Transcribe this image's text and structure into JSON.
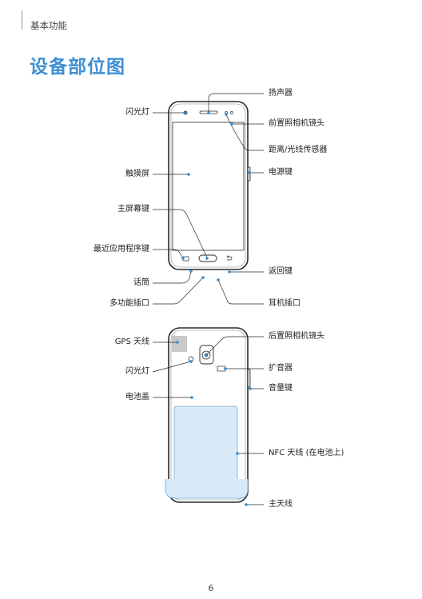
{
  "header": {
    "section": "基本功能"
  },
  "title": "设备部位图",
  "front": {
    "flash": "闪光灯",
    "touchscreen": "触摸屏",
    "home_key": "主屏幕键",
    "recent_apps_key": "最近应用程序键",
    "microphone": "话筒",
    "multipurpose_jack": "多功能插口",
    "speaker": "扬声器",
    "front_camera": "前置照相机镜头",
    "proximity_light_sensor": "距离/光线传感器",
    "power_key": "电源键",
    "back_key": "返回键",
    "earphone_jack": "耳机插口"
  },
  "back": {
    "gps_antenna": "GPS 天线",
    "flash": "闪光灯",
    "battery_cover": "电池盖",
    "rear_camera": "后置照相机镜头",
    "loudspeaker": "扩音器",
    "volume_key": "音量键",
    "nfc_antenna": "NFC 天线 (在电池上)",
    "main_antenna": "主天线"
  },
  "page_number": "6"
}
